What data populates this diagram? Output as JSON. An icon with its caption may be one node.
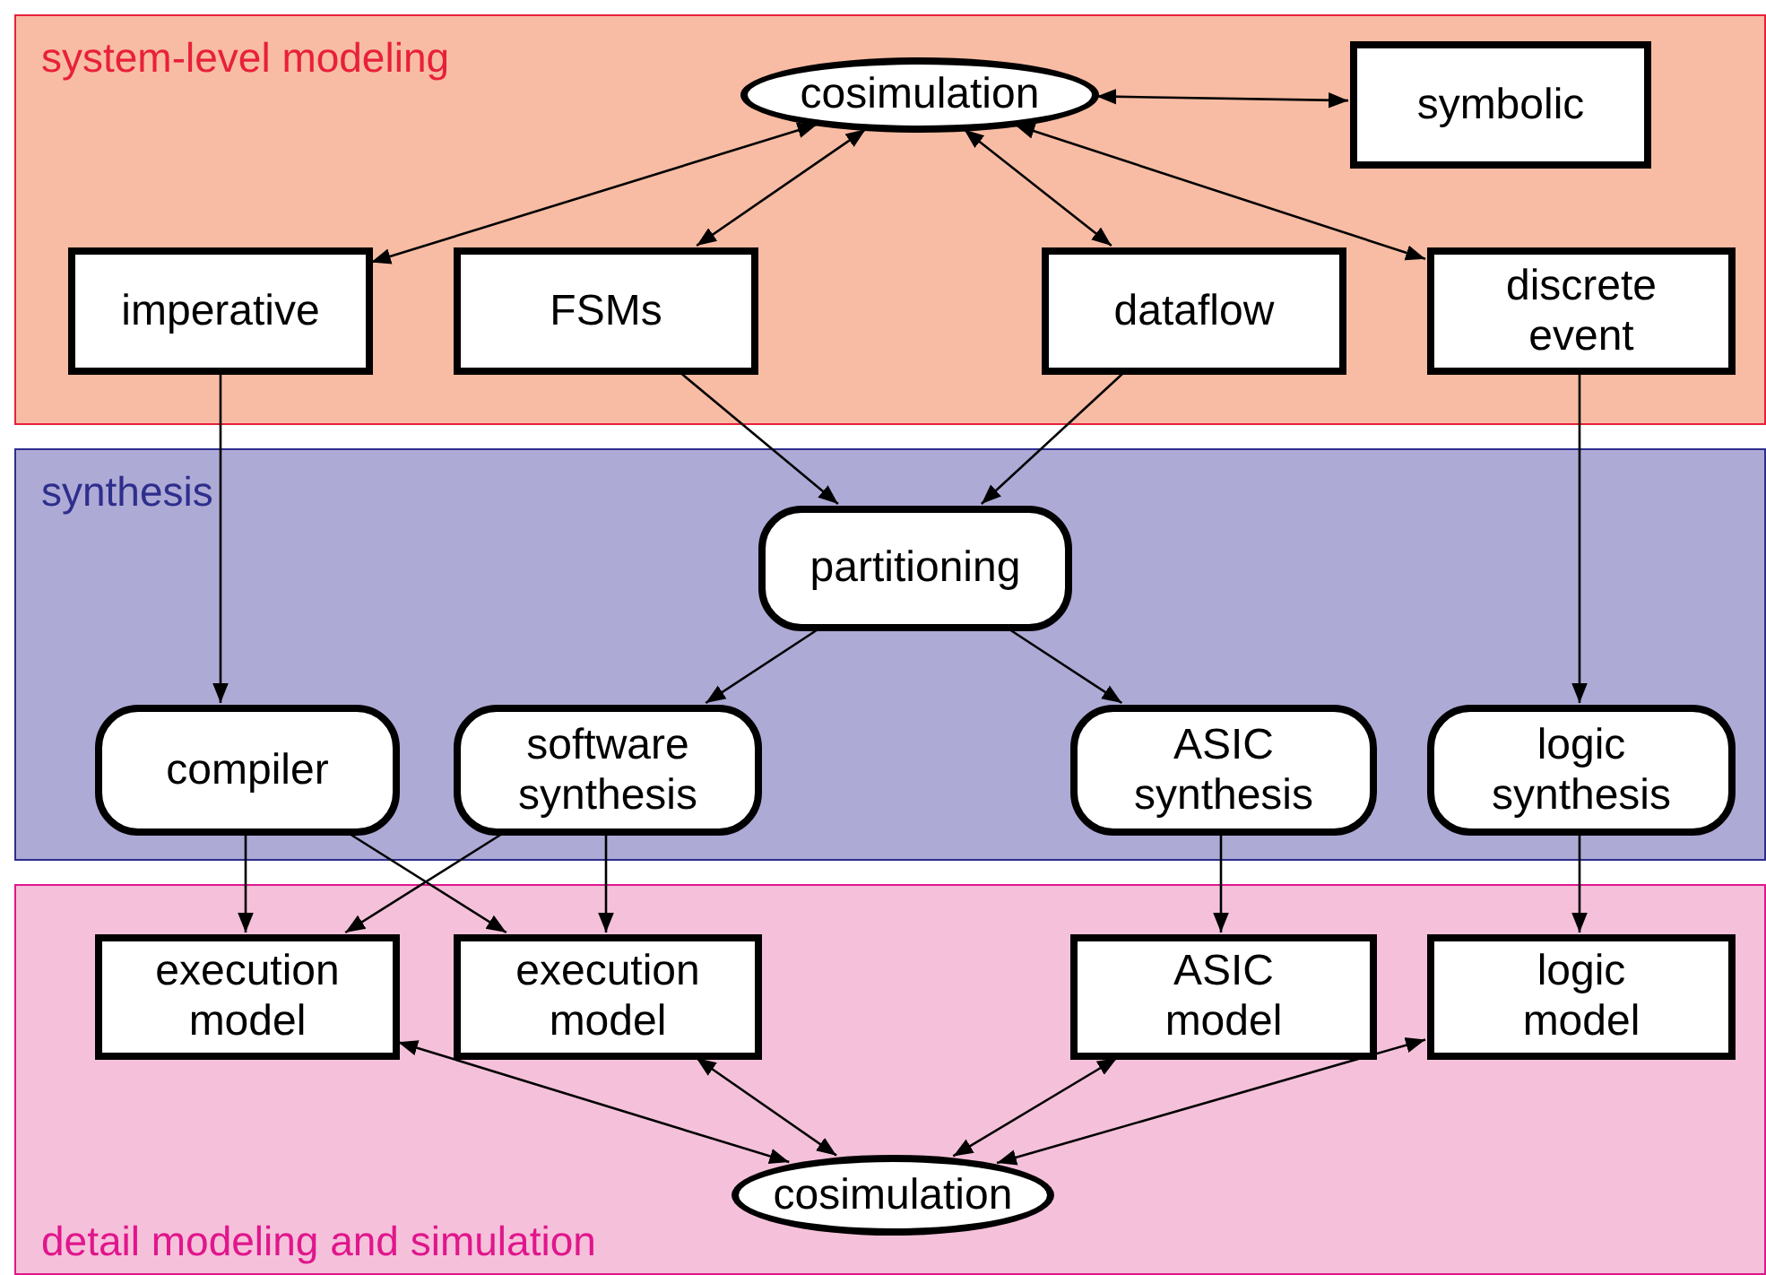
{
  "diagram": {
    "nodes": [
      {
        "text": [
          "system-level modeling"
        ]
      },
      {
        "text": [
          "synthesis"
        ]
      },
      {
        "text": [
          "detail modeling and simulation"
        ]
      },
      {
        "text": [
          "cosimulation"
        ],
        "in": 0
      },
      {
        "text": [
          "symbolic"
        ],
        "in": 0
      },
      {
        "text": [
          "imperative"
        ],
        "in": 0
      },
      {
        "text": [
          "FSMs"
        ],
        "in": 0
      },
      {
        "text": [
          "dataflow"
        ],
        "in": 0
      },
      {
        "text": [
          "discrete event"
        ],
        "in": 0
      },
      {
        "text": [
          "partitioning"
        ],
        "in": 1
      },
      {
        "text": [
          "compiler"
        ],
        "in": 1
      },
      {
        "text": [
          "software synthesis"
        ],
        "in": 1
      },
      {
        "text": [
          "ASIC synthesis"
        ],
        "in": 1
      },
      {
        "text": [
          "logic synthesis"
        ],
        "in": 1
      },
      {
        "text": [
          "execution model"
        ],
        "in": 2
      },
      {
        "text": [
          "execution model"
        ],
        "in": 2
      },
      {
        "text": [
          "ASIC model"
        ],
        "in": 2
      },
      {
        "text": [
          "logic model"
        ],
        "in": 2
      },
      {
        "text": [
          "cosimulation"
        ],
        "in": 2
      }
    ],
    "edges": [
      {
        "from": 3,
        "to": 4,
        "arrow": "both"
      },
      {
        "from": 3,
        "to": 5,
        "arrow": "both"
      },
      {
        "from": 3,
        "to": 6,
        "arrow": "both"
      },
      {
        "from": 3,
        "to": 7,
        "arrow": "both"
      },
      {
        "from": 3,
        "to": 8,
        "arrow": "both"
      },
      {
        "from": 5,
        "to": 10,
        "arrow": "to"
      },
      {
        "from": 6,
        "to": 9,
        "arrow": "to"
      },
      {
        "from": 7,
        "to": 9,
        "arrow": "to"
      },
      {
        "from": 8,
        "to": 13,
        "arrow": "to"
      },
      {
        "from": 9,
        "to": 11,
        "arrow": "to"
      },
      {
        "from": 9,
        "to": 12,
        "arrow": "to"
      },
      {
        "from": 10,
        "to": 14,
        "arrow": "to"
      },
      {
        "from": 10,
        "to": 15,
        "arrow": "to"
      },
      {
        "from": 11,
        "to": 14,
        "arrow": "to"
      },
      {
        "from": 11,
        "to": 15,
        "arrow": "to"
      },
      {
        "from": 12,
        "to": 16,
        "arrow": "to"
      },
      {
        "from": 13,
        "to": 17,
        "arrow": "to"
      },
      {
        "from": 18,
        "to": 14,
        "arrow": "both"
      },
      {
        "from": 18,
        "to": 15,
        "arrow": "both"
      },
      {
        "from": 18,
        "to": 16,
        "arrow": "both"
      },
      {
        "from": 18,
        "to": 17,
        "arrow": "both"
      }
    ]
  }
}
